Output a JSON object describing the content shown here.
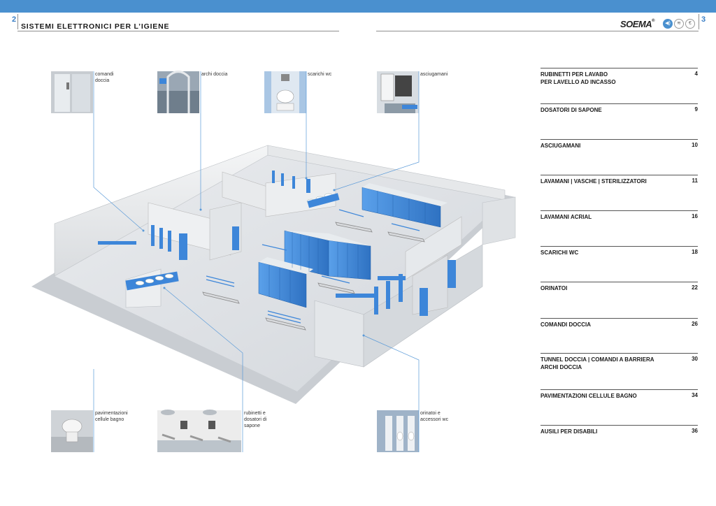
{
  "header": {
    "left_page_number": "2",
    "right_page_number": "3",
    "title": "SISTEMI ELETTRONICI PER L’IGIENE",
    "brand": "SOEMA",
    "brand_mark": "®"
  },
  "colors": {
    "accent": "#4a90cf",
    "rule": "#8f8f8f",
    "locker_blue": "#3d86d9"
  },
  "thumbnails": {
    "shower_controls": {
      "caption": "comandi\ndoccia",
      "icon": "shower-cabin-photo"
    },
    "shower_arches": {
      "caption": "archi doccia",
      "icon": "shower-arch-photo"
    },
    "wc_flush": {
      "caption": "scarichi wc",
      "icon": "wc-flush-photo"
    },
    "hand_dryers": {
      "caption": "asciugamani",
      "icon": "hand-dryer-photo"
    },
    "flooring": {
      "caption": "pavimentazioni\ncellule bagno",
      "icon": "toilet-floor-photo"
    },
    "taps": {
      "caption": "rubinetti e\ndosatori di\nsapone",
      "icon": "taps-photo"
    },
    "urinals": {
      "caption": "orinatoi e\naccessori wc",
      "icon": "urinals-photo"
    }
  },
  "toc": [
    {
      "label": "RUBINETTI PER LAVABO",
      "sub": "PER LAVELLO AD INCASSO",
      "page": "4"
    },
    {
      "label": "DOSATORI DI SAPONE",
      "page": "9"
    },
    {
      "label": "ASCIUGAMANI",
      "page": "10"
    },
    {
      "label": "LAVAMANI | VASCHE | STERILIZZATORI",
      "page": "11"
    },
    {
      "label": "LAVAMANI ACRIAL",
      "page": "16"
    },
    {
      "label": "SCARICHI WC",
      "page": "18"
    },
    {
      "label": "ORINATOI",
      "page": "22"
    },
    {
      "label": "COMANDI DOCCIA",
      "page": "26"
    },
    {
      "label": "TUNNEL DOCCIA | COMANDI A BARRIERA",
      "sub": "ARCHI DOCCIA",
      "page": "30"
    },
    {
      "label": "PAVIMENTAZIONI CELLULE BAGNO",
      "page": "34"
    },
    {
      "label": "AUSILI PER DISABILI",
      "page": "36"
    }
  ]
}
